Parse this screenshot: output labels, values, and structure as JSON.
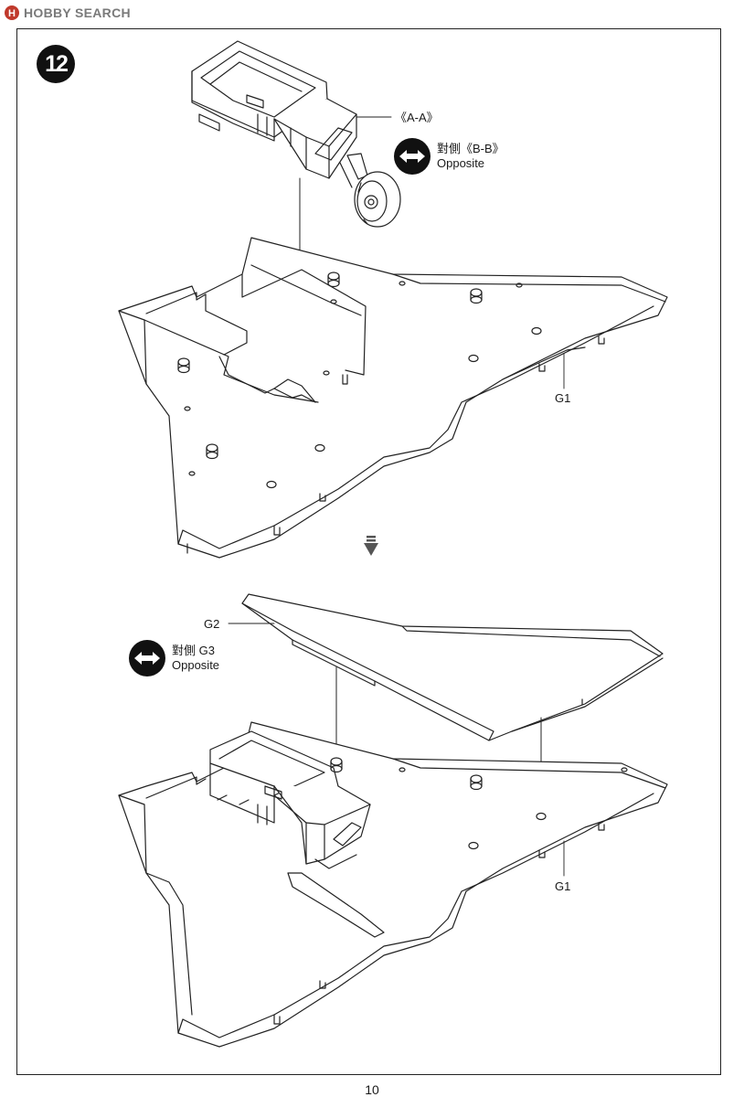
{
  "watermark": {
    "text": "HOBBY SEARCH"
  },
  "step": {
    "number": "12"
  },
  "labels": {
    "aa": "《A-A》",
    "opposite_1_part": "對側《B-B》",
    "opposite_word": "Opposite",
    "g1": "G1",
    "g2": "G2",
    "opposite_2_part": "對側 G3"
  },
  "page": {
    "number": "10"
  },
  "icons": [
    "hobbysearch-logo-icon",
    "step-badge",
    "double-arrow-icon",
    "down-arrow-icon"
  ]
}
